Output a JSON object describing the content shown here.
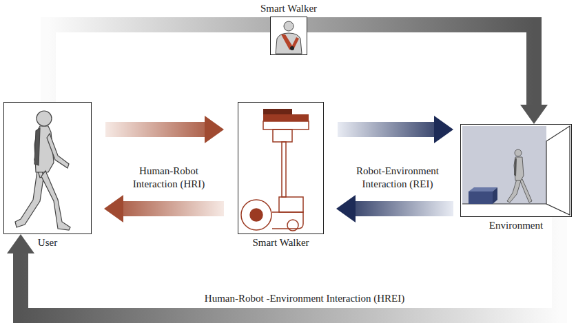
{
  "diagram": {
    "nodes": [
      {
        "text": [
          "Smart Walker"
        ]
      },
      {
        "text": [
          "User"
        ]
      },
      {
        "text": [
          "Smart Walker"
        ]
      },
      {
        "text": [
          "Environment"
        ]
      }
    ],
    "edges": [
      {
        "from": 1,
        "to": 2,
        "arrow": "to",
        "label": "Human-Robot Interaction (HRI)"
      },
      {
        "from": 2,
        "to": 1,
        "arrow": "to"
      },
      {
        "from": 2,
        "to": 3,
        "arrow": "to",
        "label": "Robot-Environment Interaction (REI)"
      },
      {
        "from": 3,
        "to": 2,
        "arrow": "to"
      },
      {
        "from": 1,
        "to": 3,
        "arrow": "to"
      },
      {
        "from": 3,
        "to": 1,
        "arrow": "to",
        "label": "Human-Robot -Environment Interaction (HREI)"
      }
    ]
  }
}
